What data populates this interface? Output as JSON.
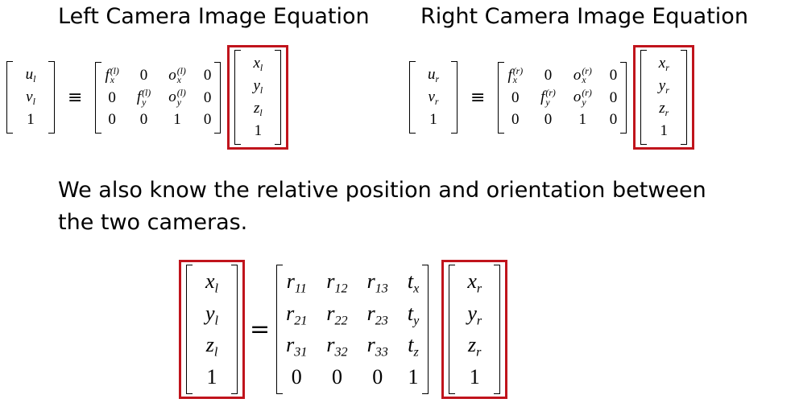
{
  "headings": {
    "left": "Left Camera Image Equation",
    "right": "Right Camera Image Equation"
  },
  "paragraph": {
    "line1": "We also know the relative position and orientation between",
    "line2": "the two cameras."
  },
  "symbols": {
    "equiv": "≡",
    "equals": "="
  },
  "colors": {
    "highlight_box": "#c0141c",
    "text": "#000000",
    "background": "#ffffff"
  },
  "left_equation": {
    "image_point": [
      {
        "base": "u",
        "sub": "l"
      },
      {
        "base": "v",
        "sub": "l"
      },
      {
        "base": "1"
      }
    ],
    "projection": [
      [
        {
          "base": "f",
          "sub": "x",
          "sup": "(l)"
        },
        {
          "base": "0"
        },
        {
          "base": "o",
          "sub": "x",
          "sup": "(l)"
        },
        {
          "base": "0"
        }
      ],
      [
        {
          "base": "0"
        },
        {
          "base": "f",
          "sub": "y",
          "sup": "(l)"
        },
        {
          "base": "o",
          "sub": "y",
          "sup": "(l)"
        },
        {
          "base": "0"
        }
      ],
      [
        {
          "base": "0"
        },
        {
          "base": "0"
        },
        {
          "base": "1"
        },
        {
          "base": "0"
        }
      ]
    ],
    "world_point": [
      {
        "base": "x",
        "sub": "l"
      },
      {
        "base": "y",
        "sub": "l"
      },
      {
        "base": "z",
        "sub": "l"
      },
      {
        "base": "1"
      }
    ]
  },
  "right_equation": {
    "image_point": [
      {
        "base": "u",
        "sub": "r"
      },
      {
        "base": "v",
        "sub": "r"
      },
      {
        "base": "1"
      }
    ],
    "projection": [
      [
        {
          "base": "f",
          "sub": "x",
          "sup": "(r)"
        },
        {
          "base": "0"
        },
        {
          "base": "o",
          "sub": "x",
          "sup": "(r)"
        },
        {
          "base": "0"
        }
      ],
      [
        {
          "base": "0"
        },
        {
          "base": "f",
          "sub": "y",
          "sup": "(r)"
        },
        {
          "base": "o",
          "sub": "y",
          "sup": "(r)"
        },
        {
          "base": "0"
        }
      ],
      [
        {
          "base": "0"
        },
        {
          "base": "0"
        },
        {
          "base": "1"
        },
        {
          "base": "0"
        }
      ]
    ],
    "world_point": [
      {
        "base": "x",
        "sub": "r"
      },
      {
        "base": "y",
        "sub": "r"
      },
      {
        "base": "z",
        "sub": "r"
      },
      {
        "base": "1"
      }
    ]
  },
  "transform_equation": {
    "left_point": [
      {
        "base": "x",
        "sub": "l"
      },
      {
        "base": "y",
        "sub": "l"
      },
      {
        "base": "z",
        "sub": "l"
      },
      {
        "base": "1"
      }
    ],
    "matrix": [
      [
        {
          "base": "r",
          "sub": "11"
        },
        {
          "base": "r",
          "sub": "12"
        },
        {
          "base": "r",
          "sub": "13"
        },
        {
          "base": "t",
          "sub": "x"
        }
      ],
      [
        {
          "base": "r",
          "sub": "21"
        },
        {
          "base": "r",
          "sub": "22"
        },
        {
          "base": "r",
          "sub": "23"
        },
        {
          "base": "t",
          "sub": "y"
        }
      ],
      [
        {
          "base": "r",
          "sub": "31"
        },
        {
          "base": "r",
          "sub": "32"
        },
        {
          "base": "r",
          "sub": "33"
        },
        {
          "base": "t",
          "sub": "z"
        }
      ],
      [
        {
          "base": "0"
        },
        {
          "base": "0"
        },
        {
          "base": "0"
        },
        {
          "base": "1"
        }
      ]
    ],
    "right_point": [
      {
        "base": "x",
        "sub": "r"
      },
      {
        "base": "y",
        "sub": "r"
      },
      {
        "base": "z",
        "sub": "r"
      },
      {
        "base": "1"
      }
    ]
  }
}
